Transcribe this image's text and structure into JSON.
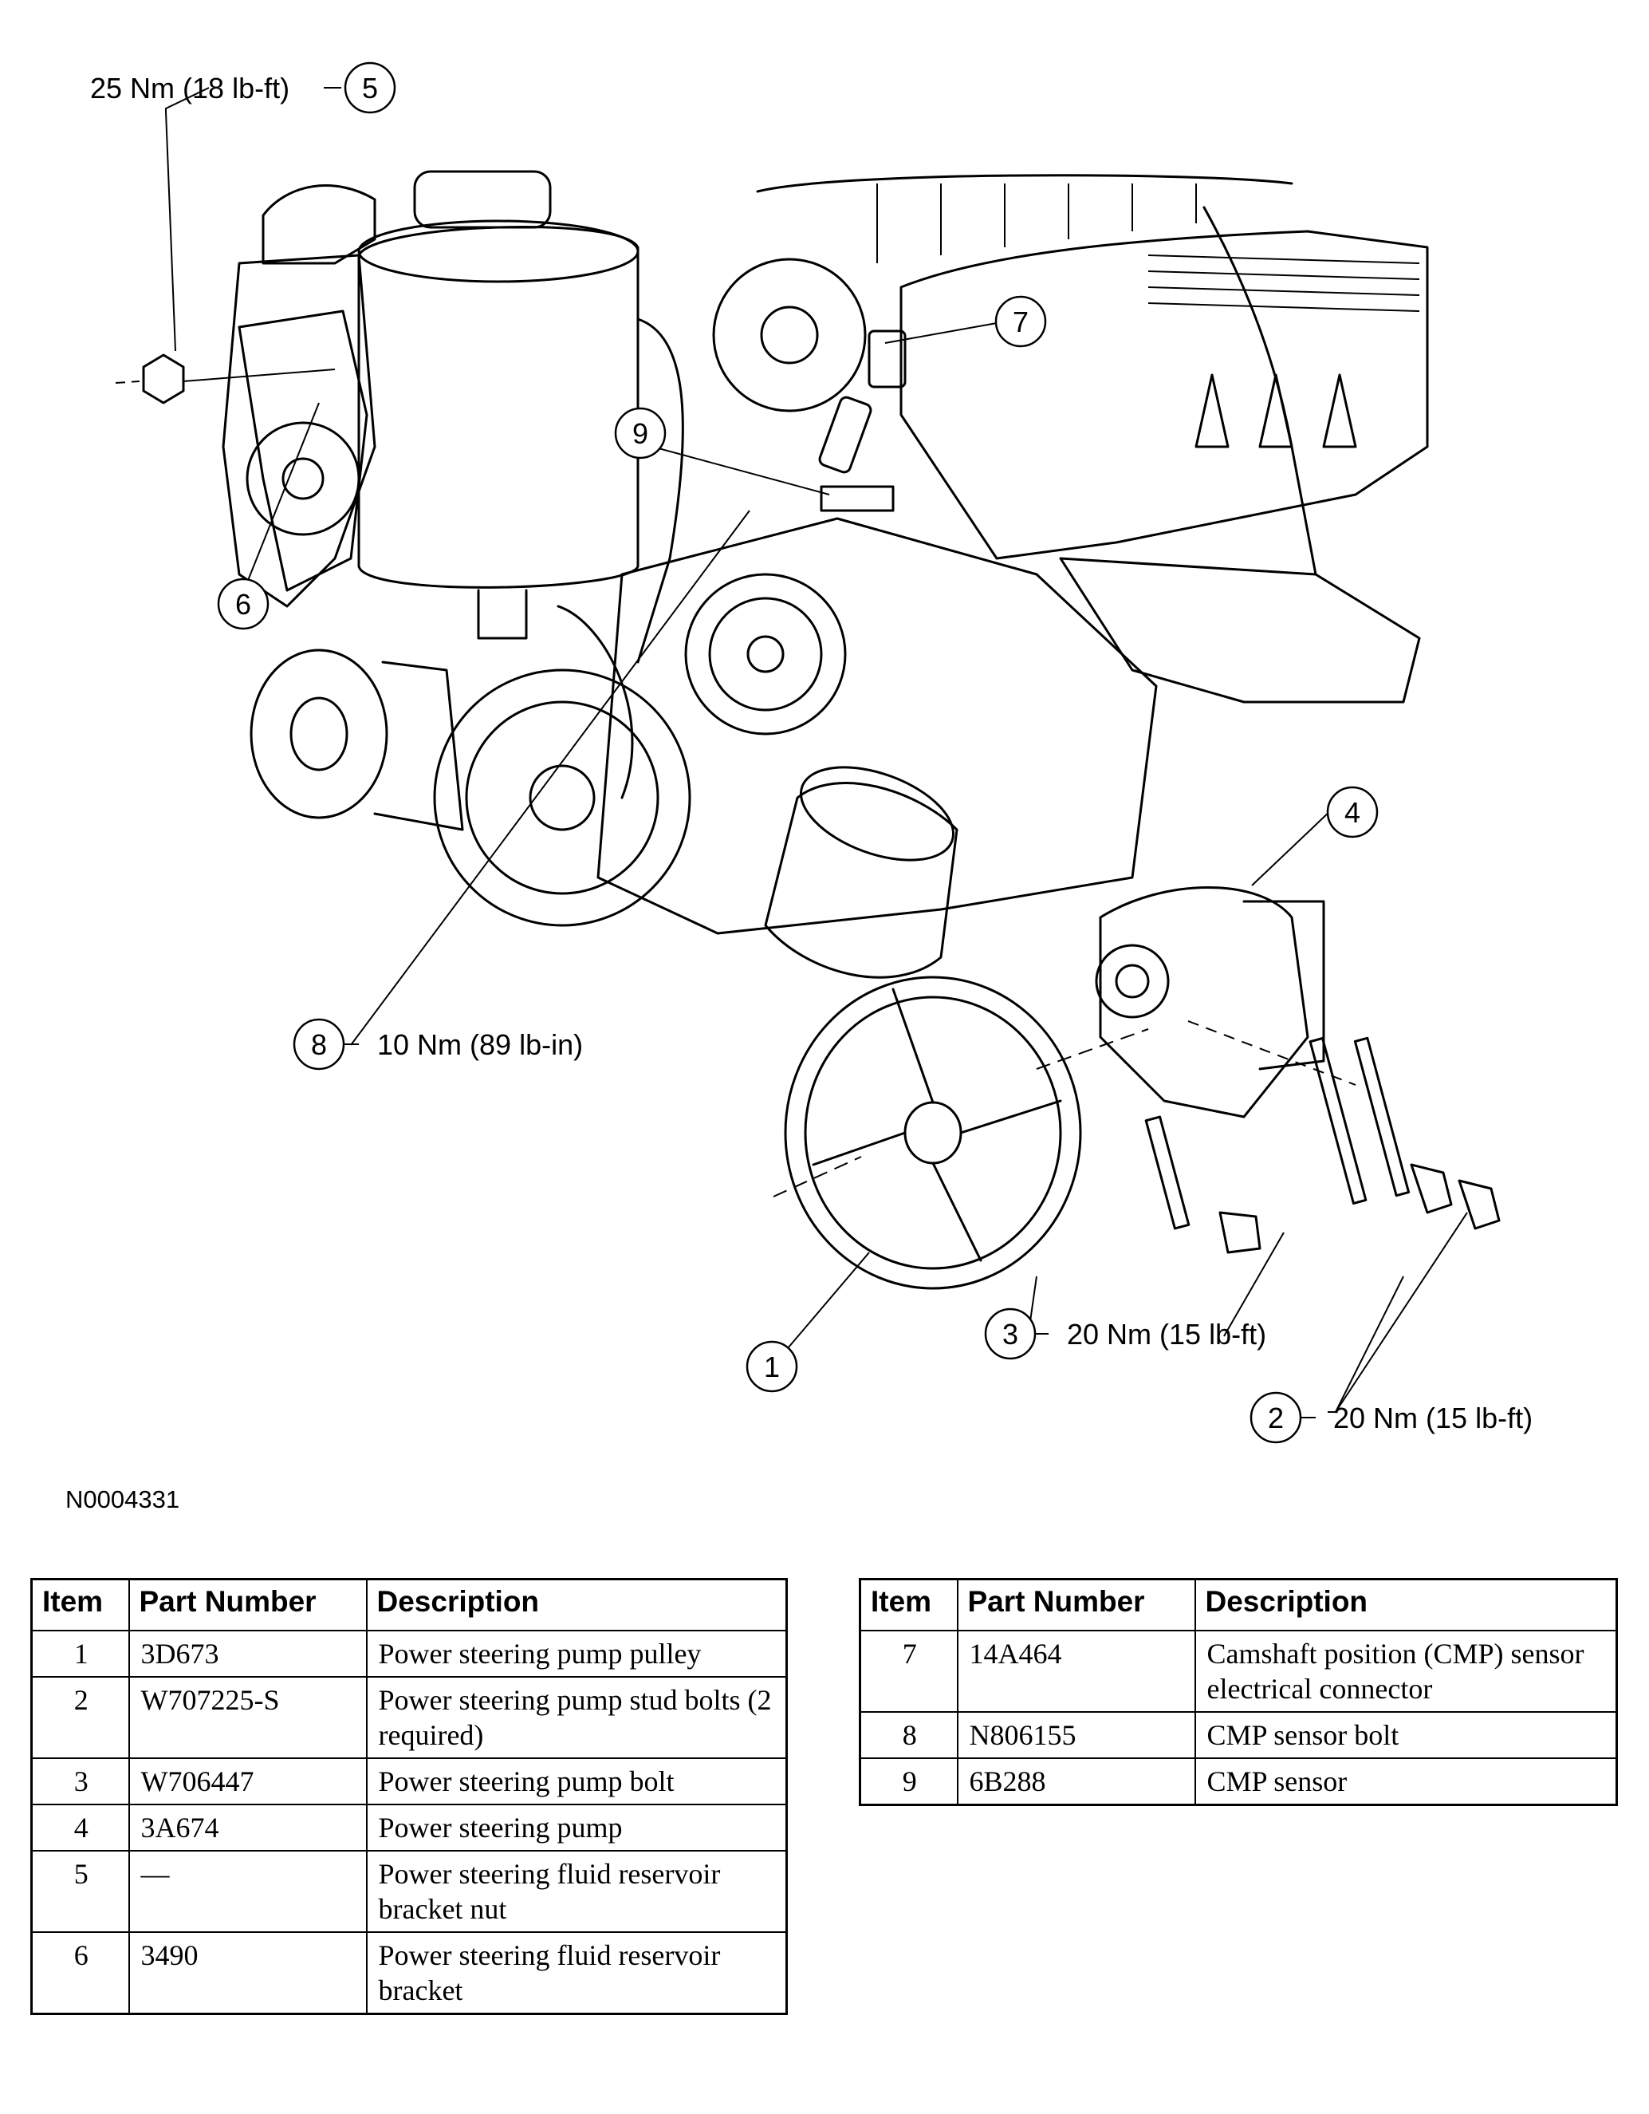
{
  "figure_id": "N0004331",
  "callouts": [
    {
      "num": "1",
      "spec": ""
    },
    {
      "num": "2",
      "spec": "20 Nm (15 lb-ft)"
    },
    {
      "num": "3",
      "spec": "20 Nm (15 lb-ft)"
    },
    {
      "num": "4",
      "spec": ""
    },
    {
      "num": "5",
      "spec": "25 Nm (18 lb-ft)"
    },
    {
      "num": "6",
      "spec": ""
    },
    {
      "num": "7",
      "spec": ""
    },
    {
      "num": "8",
      "spec": "10 Nm (89 lb-in)"
    },
    {
      "num": "9",
      "spec": ""
    }
  ],
  "table_headers": {
    "item": "Item",
    "part_number": "Part Number",
    "description": "Description"
  },
  "parts_left": [
    {
      "item": "1",
      "part_number": "3D673",
      "description": "Power steering pump pulley"
    },
    {
      "item": "2",
      "part_number": "W707225-S",
      "description": "Power steering pump stud bolts (2 required)"
    },
    {
      "item": "3",
      "part_number": "W706447",
      "description": "Power steering pump bolt"
    },
    {
      "item": "4",
      "part_number": "3A674",
      "description": "Power steering pump"
    },
    {
      "item": "5",
      "part_number": "—",
      "description": "Power steering fluid reservoir bracket nut"
    },
    {
      "item": "6",
      "part_number": "3490",
      "description": "Power steering fluid reservoir bracket"
    }
  ],
  "parts_right": [
    {
      "item": "7",
      "part_number": "14A464",
      "description": "Camshaft position (CMP) sensor electrical connector"
    },
    {
      "item": "8",
      "part_number": "N806155",
      "description": "CMP sensor bolt"
    },
    {
      "item": "9",
      "part_number": "6B288",
      "description": "CMP sensor"
    }
  ]
}
